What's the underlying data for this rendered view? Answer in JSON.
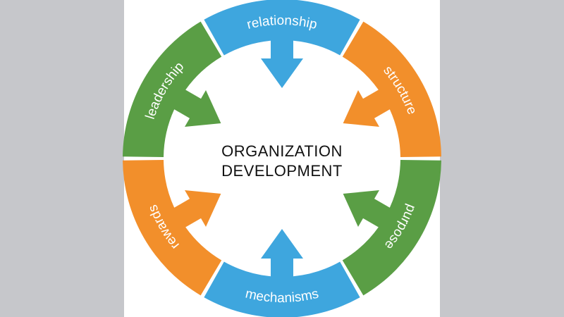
{
  "diagram": {
    "center_title": [
      "ORGANIZATION",
      "DEVELOPMENT"
    ],
    "segments": [
      {
        "label": "relationship",
        "color": "#3ea6de"
      },
      {
        "label": "structure",
        "color": "#f28f2b"
      },
      {
        "label": "purpose",
        "color": "#5a9e45"
      },
      {
        "label": "mechanisms",
        "color": "#3ea6de"
      },
      {
        "label": "rewards",
        "color": "#f28f2b"
      },
      {
        "label": "leadership",
        "color": "#5a9e45"
      }
    ]
  },
  "colors": {
    "background": "#c6c7cb",
    "panel": "#ffffff",
    "label_text": "#ffffff",
    "title_text": "#111111"
  }
}
